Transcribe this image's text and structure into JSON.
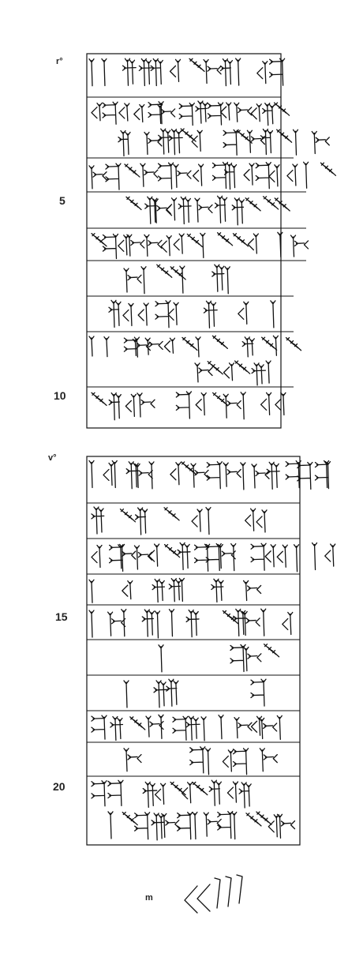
{
  "obverse": {
    "side_label": "r°",
    "line_numbers": [
      "5",
      "10"
    ],
    "lines": 10
  },
  "reverse": {
    "side_label": "v°",
    "line_numbers": [
      "15",
      "20"
    ],
    "lines": 10
  },
  "edge": {
    "label": "m"
  },
  "icons": [
    "cuneiform-sign"
  ]
}
